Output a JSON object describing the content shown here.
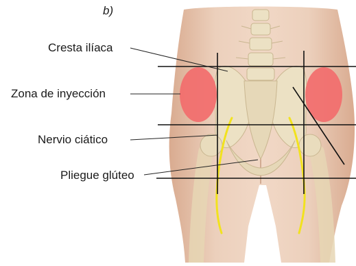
{
  "figure": {
    "panel_label": "b)",
    "labels": {
      "iliac_crest": "Cresta ilíaca",
      "injection_zone": "Zona de inyección",
      "sciatic_nerve": "Nervio ciático",
      "gluteal_fold": "Pliegue glúteo"
    },
    "colors": {
      "skin": "#e9c8b0",
      "skin_shadow": "#d9ab90",
      "bone": "#ece1c4",
      "bone_shadow": "#c9b690",
      "injection_zone": "#f26c6c",
      "sciatic_nerve": "#f2e21e",
      "guide_lines": "#111111"
    }
  }
}
